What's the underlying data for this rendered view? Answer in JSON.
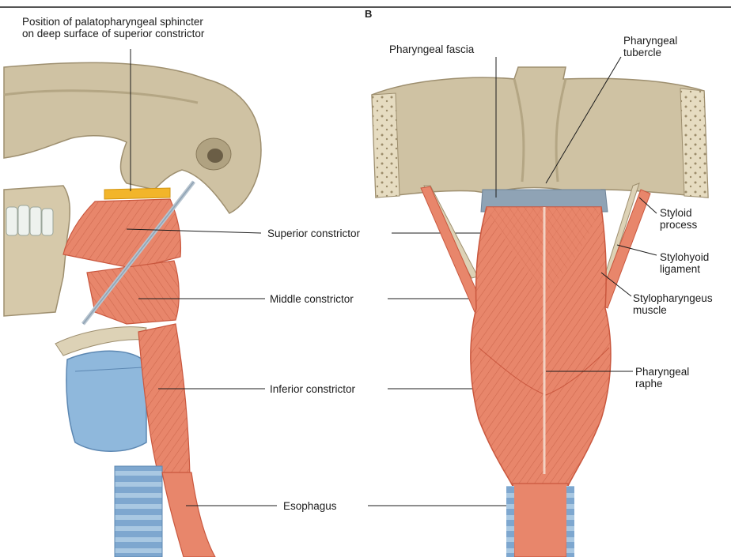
{
  "panel_letter": "B",
  "left_panel": {
    "sphincter_note": [
      "Position of palatopharyngeal sphincter",
      "on deep surface of superior constrictor"
    ]
  },
  "center_labels": {
    "superior_constrictor": "Superior constrictor",
    "middle_constrictor": "Middle constrictor",
    "inferior_constrictor": "Inferior constrictor",
    "esophagus": "Esophagus"
  },
  "right_panel": {
    "pharyngeal_fascia": "Pharyngeal fascia",
    "pharyngeal_tubercle": [
      "Pharyngeal",
      "tubercle"
    ],
    "styloid_process": [
      "Styloid",
      "process"
    ],
    "stylohyoid_ligament": [
      "Stylohyoid",
      "ligament"
    ],
    "stylopharyngeus_muscle": [
      "Stylopharyngeus",
      "muscle"
    ],
    "pharyngeal_raphe": [
      "Pharyngeal",
      "raphe"
    ]
  },
  "colors": {
    "bone": "#cfc2a3",
    "bone_shadow": "#9e8f6f",
    "muscle": "#e8866b",
    "muscle_dark": "#c9573e",
    "cartilage": "#8fb8dc",
    "fascia": "#8fa3b5",
    "sphincter": "#f2b52a"
  }
}
